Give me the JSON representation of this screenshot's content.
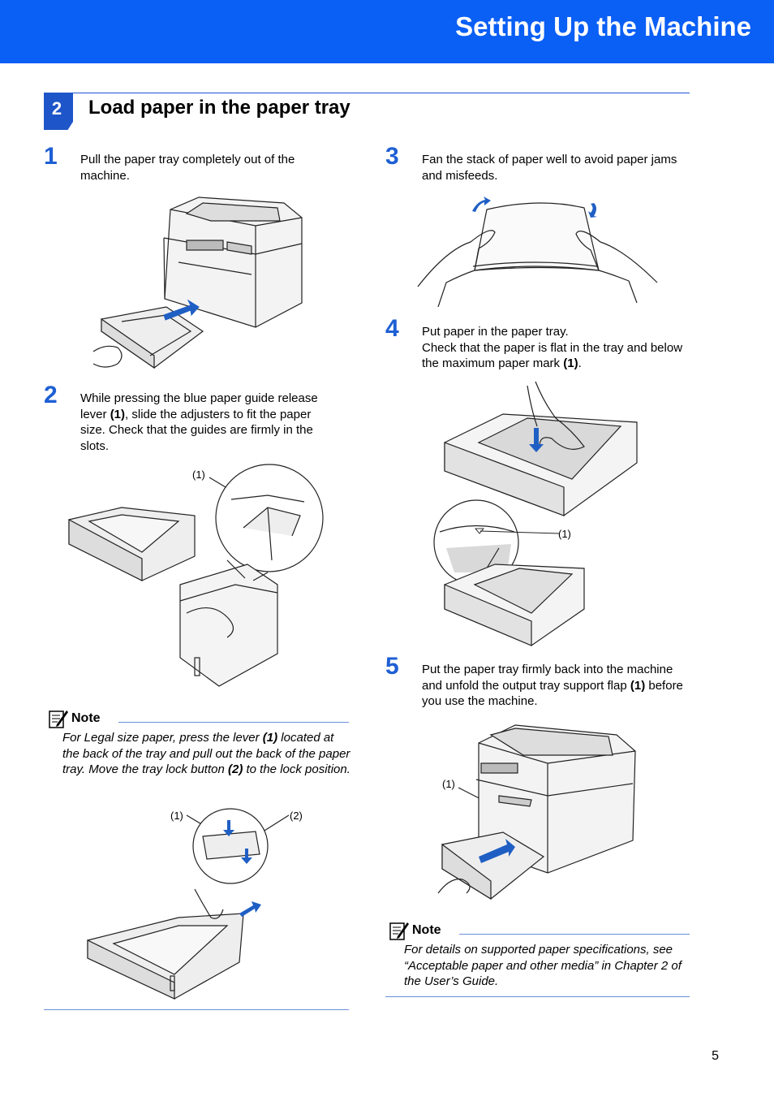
{
  "header": {
    "title": "Setting Up the Machine"
  },
  "section": {
    "number": "2",
    "title": "Load paper in the paper tray"
  },
  "steps": [
    {
      "num": "1",
      "text": "Pull the paper tray completely out of the machine."
    },
    {
      "num": "2",
      "text_before": "While pressing the blue paper guide release lever ",
      "text_bold": "(1)",
      "text_after": ", slide the adjusters to fit the paper size. Check that the guides are firmly in the slots.",
      "callout": "(1)"
    },
    {
      "num": "3",
      "text": "Fan the stack of paper well to avoid paper jams and misfeeds."
    },
    {
      "num": "4",
      "text_line1": "Put paper in the paper tray.",
      "text_before": "Check that the paper is flat in the tray and below the maximum paper mark ",
      "text_bold": "(1)",
      "text_after": ".",
      "callout": "(1)"
    },
    {
      "num": "5",
      "text_before": "Put the paper tray firmly back into the machine and unfold the output tray support flap ",
      "text_bold": "(1)",
      "text_after": " before you use the machine.",
      "callout": "(1)"
    }
  ],
  "note_left": {
    "label": "Note",
    "t1": "For Legal size paper, press the lever ",
    "b1": "(1)",
    "t2": " located at the back of the tray and pull out the back of the paper tray. Move the tray lock button ",
    "b2": "(2)",
    "t3": " to the lock position.",
    "callout1": "(1)",
    "callout2": "(2)"
  },
  "note_right": {
    "label": "Note",
    "text": "For details on supported paper specifications, see “Acceptable paper and other media” in Chapter 2 of the User’s Guide."
  },
  "page_number": "5",
  "colors": {
    "header_blue": "#0a5ff5",
    "step_blue": "#1e5fd4",
    "rule_blue": "#6a8fd8",
    "arrow_blue": "#1f5fc4"
  }
}
